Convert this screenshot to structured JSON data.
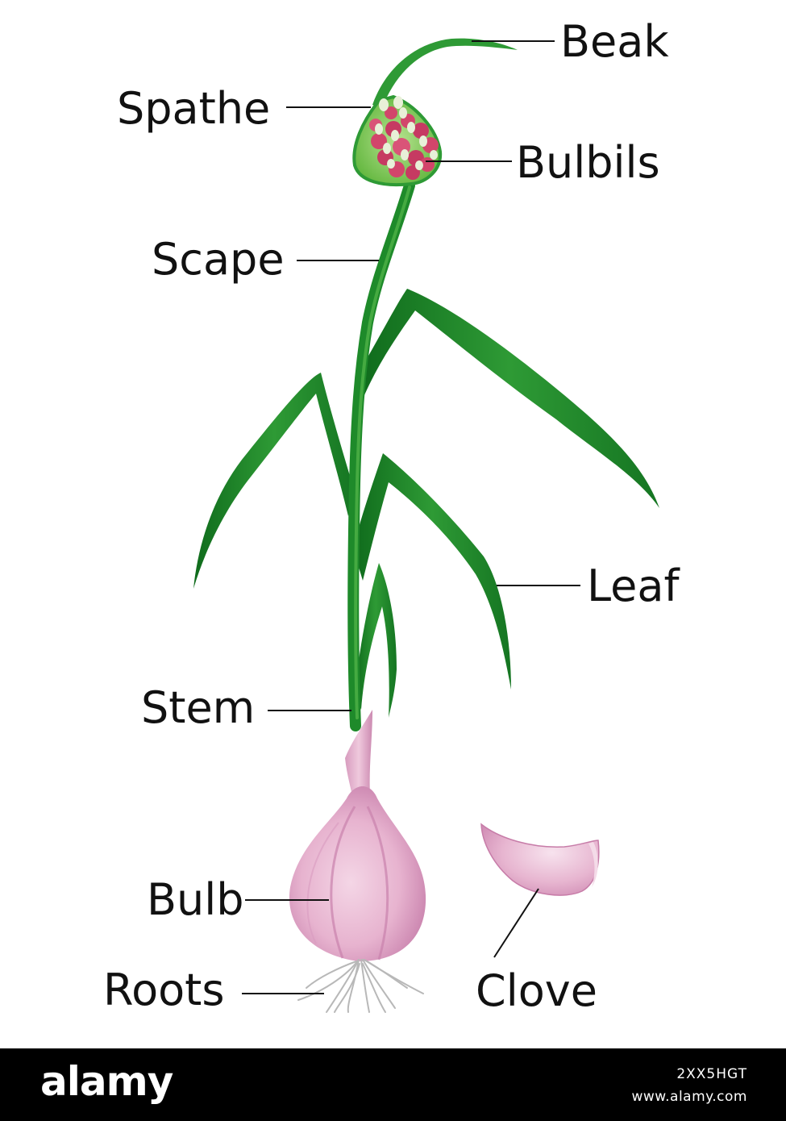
{
  "labels": {
    "beak": "Beak",
    "spathe": "Spathe",
    "bulbils": "Bulbils",
    "scape": "Scape",
    "leaf": "Leaf",
    "stem": "Stem",
    "bulb": "Bulb",
    "roots": "Roots",
    "clove": "Clove"
  },
  "colors": {
    "leaf_green": "#1f8a2a",
    "leaf_dark": "#0f6b1c",
    "spathe_green": "#7ac94f",
    "bulbil_pink": "#d2456b",
    "bulbil_cream": "#e8f0d8",
    "bulb_pink": "#e7b3cf",
    "bulb_shadow": "#c982ad",
    "root_gray": "#b8b8b8"
  },
  "footer": {
    "logo": "alamy",
    "image_id": "2XX5HGT",
    "url": "www.alamy.com"
  }
}
